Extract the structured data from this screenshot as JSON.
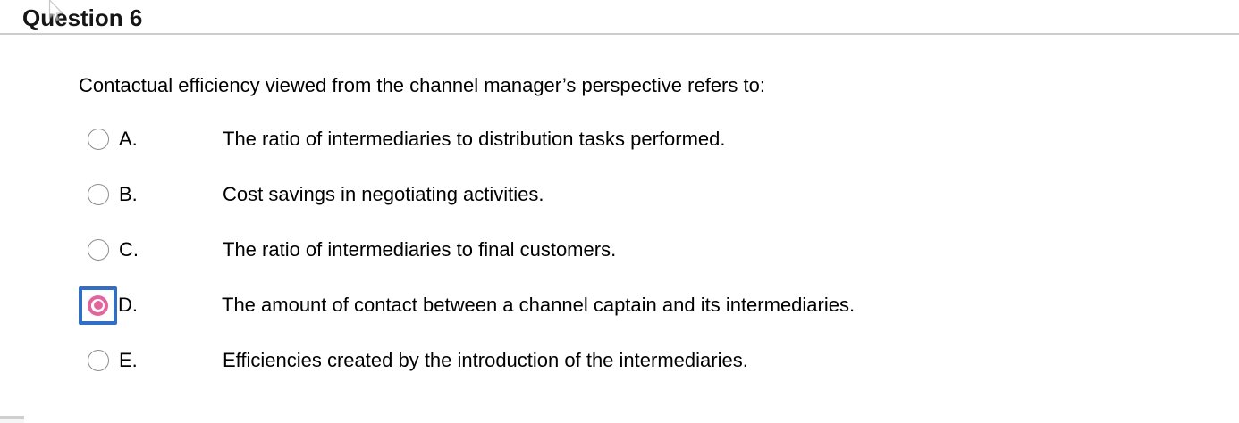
{
  "header": {
    "title": "Question 6"
  },
  "question": {
    "text": "Contactual efficiency viewed from the channel manager’s perspective refers to:"
  },
  "options": [
    {
      "letter": "A.",
      "text": "The ratio of intermediaries to distribution tasks performed.",
      "selected": false
    },
    {
      "letter": "B.",
      "text": "Cost savings in negotiating activities.",
      "selected": false
    },
    {
      "letter": "C.",
      "text": "The ratio of intermediaries to final customers.",
      "selected": false
    },
    {
      "letter": "D.",
      "text": "The amount of contact between a channel captain and its intermediaries.",
      "selected": true
    },
    {
      "letter": "E.",
      "text": "Efficiencies created by the introduction of the intermediaries.",
      "selected": false
    }
  ],
  "colors": {
    "selected_radio": "#e2659d",
    "focus_outline": "#306fc5",
    "radio_border": "#8d8d8d",
    "divider": "#cdcdcd",
    "text": "#000000"
  }
}
